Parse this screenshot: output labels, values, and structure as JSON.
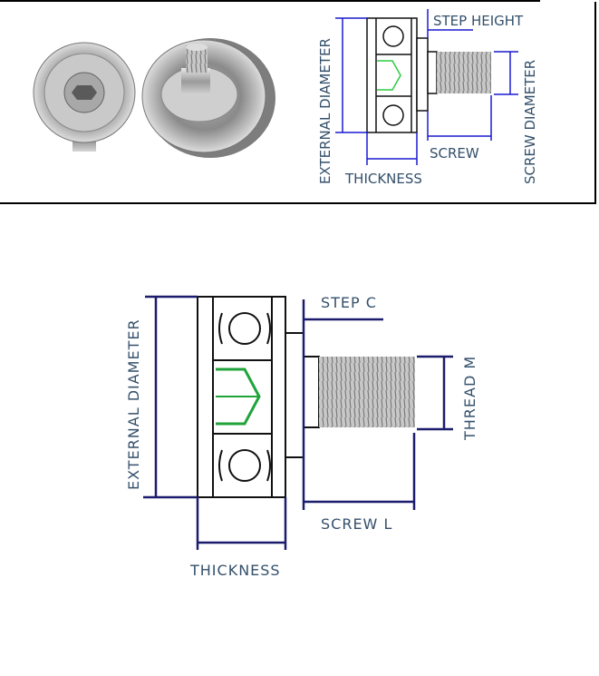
{
  "top_panel": {
    "labels": {
      "external_diameter": "EXTERNAL DIAMETER",
      "step_height": "STEP HEIGHT",
      "screw": "SCREW",
      "screw_diameter": "SCREW DIAMETER",
      "thickness": "THICKNESS"
    },
    "colors": {
      "dimension_line": "#1a1ad0",
      "text": "#34506b",
      "hex_socket": "#2ecc40"
    }
  },
  "main_diagram": {
    "labels": {
      "external_diameter": "EXTERNAL DIAMETER",
      "step": "STEP C",
      "thread": "THREAD M",
      "screw_length": "SCREW L",
      "thickness": "THICKNESS"
    },
    "colors": {
      "dimension_line": "#1c1c6e",
      "text": "#34506b",
      "hex_socket": "#1fa33a"
    }
  }
}
